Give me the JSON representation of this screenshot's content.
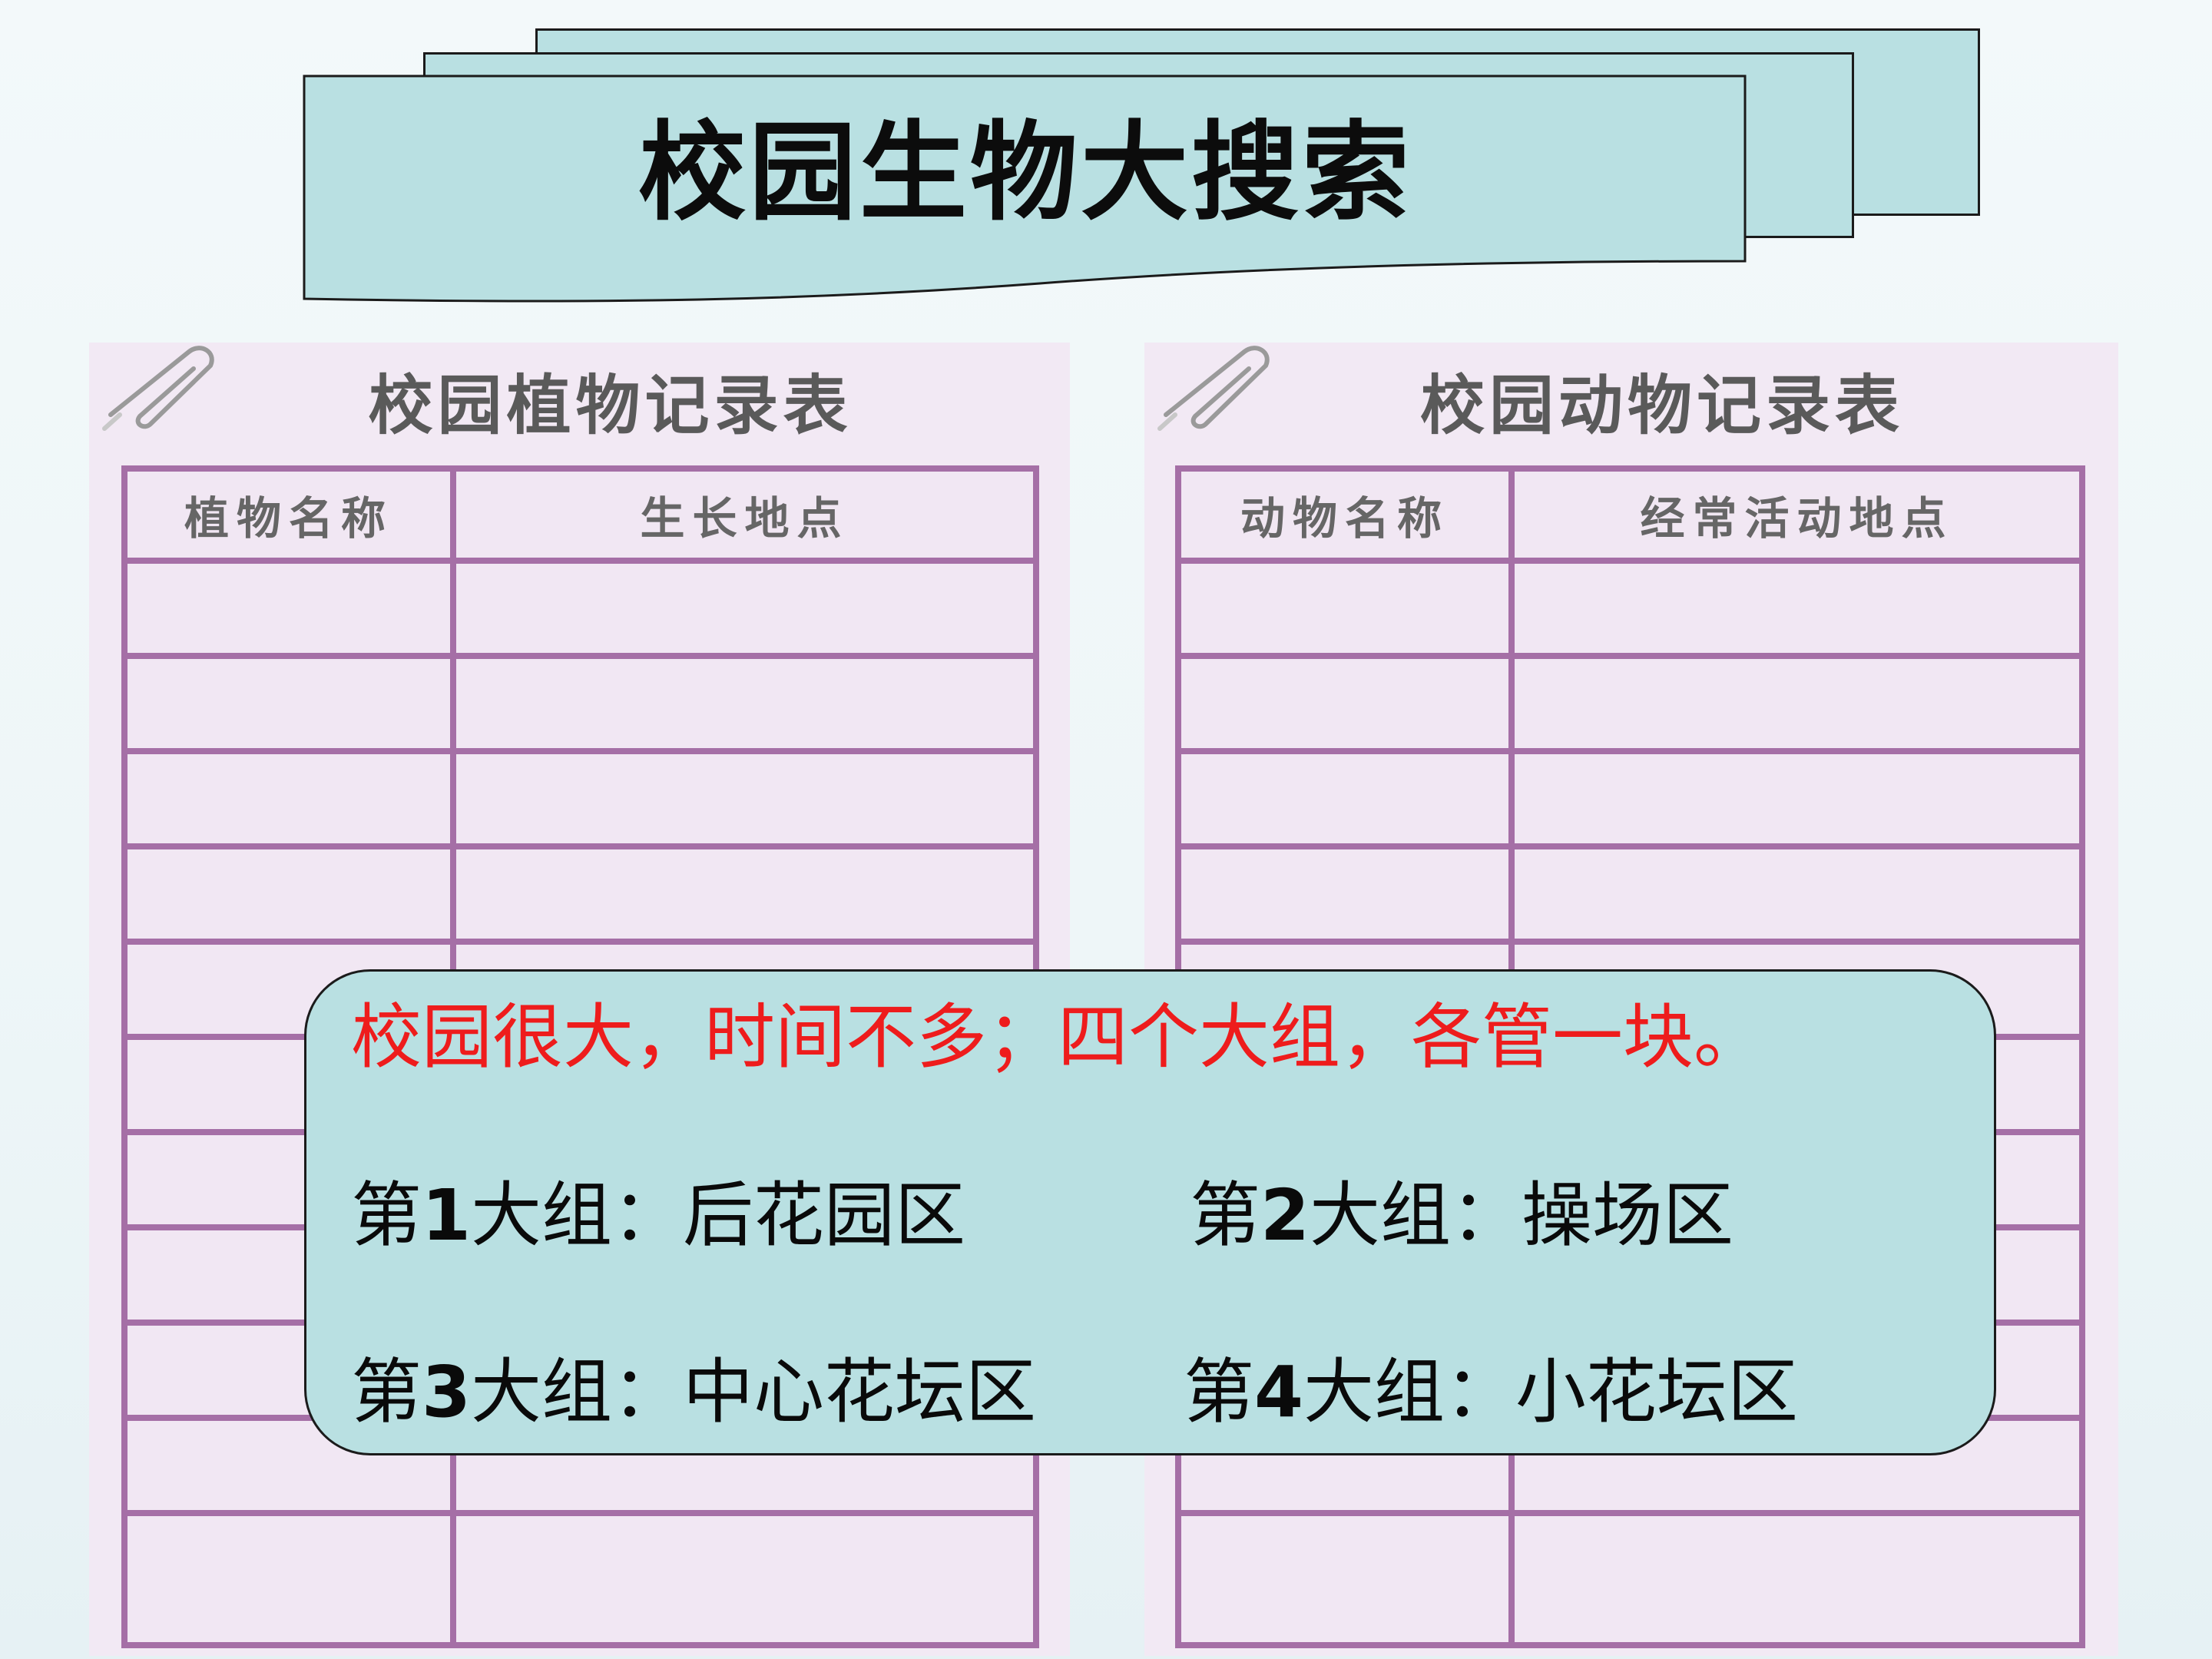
{
  "page_title": "校园生物大搜索",
  "colors": {
    "banner_fill": "#b9e0e2",
    "sheet_fill": "#f2e9f4",
    "grid_line": "#a56fa6",
    "headline_red": "#ee1c1c"
  },
  "plant_table": {
    "title": "校园植物记录表",
    "columns": [
      "植物名称",
      "生长地点"
    ]
  },
  "animal_table": {
    "title": "校园动物记录表",
    "columns": [
      "动物名称",
      "经常活动地点"
    ]
  },
  "notice": {
    "headline": "校园很大，时间不多；四个大组，各管一块。",
    "groups": [
      {
        "prefix": "第",
        "number": "1",
        "suffix": "大组：后花园区"
      },
      {
        "prefix": "第",
        "number": "2",
        "suffix": "大组：操场区"
      },
      {
        "prefix": "第",
        "number": "3",
        "suffix": "大组：中心花坛区"
      },
      {
        "prefix": "第",
        "number": "4",
        "suffix": "大组：小花坛区"
      }
    ]
  },
  "icons": [
    "paperclip-icon"
  ]
}
